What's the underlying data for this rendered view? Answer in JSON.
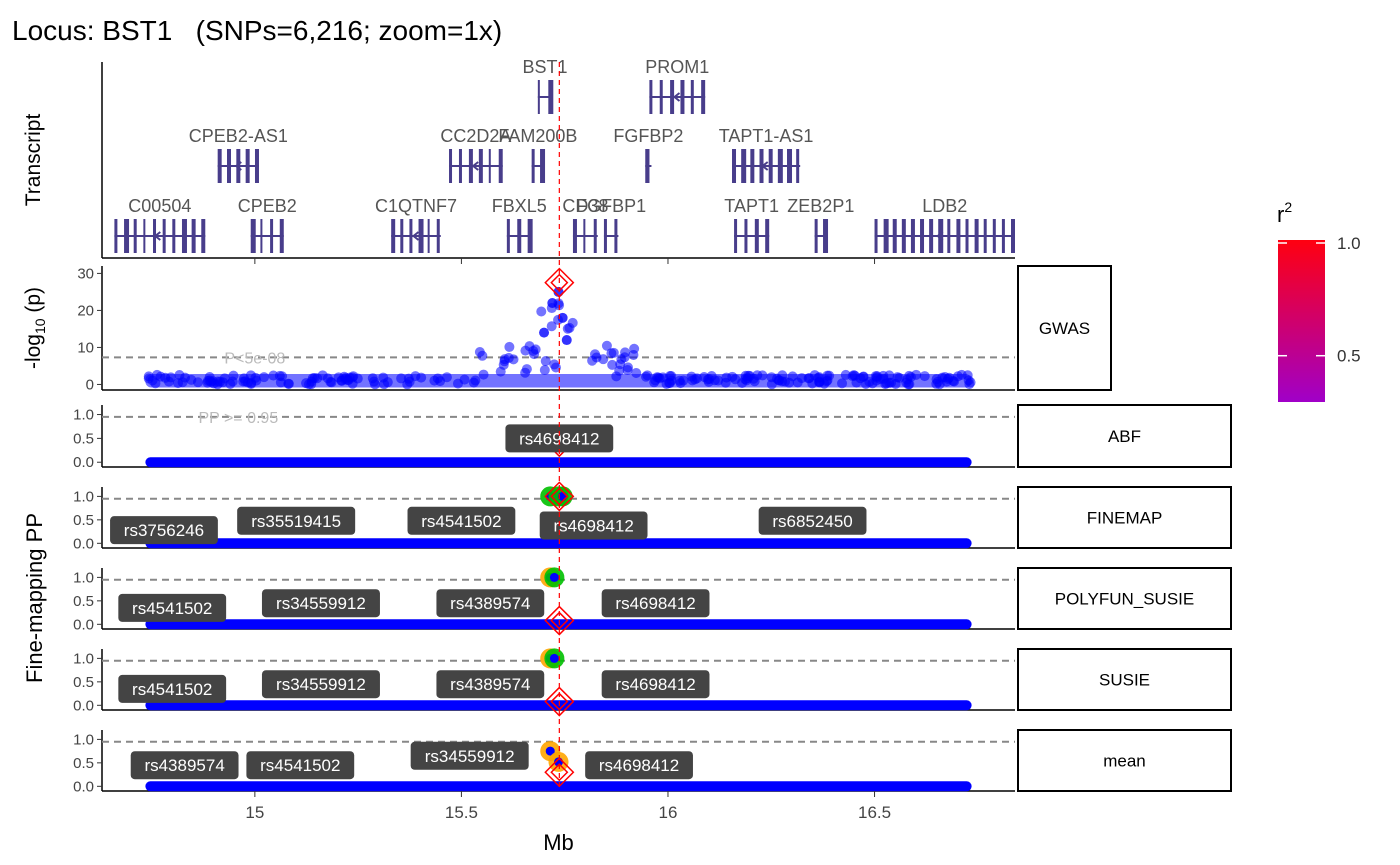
{
  "title": "Locus: BST1   (SNPs=6,216; zoom=1x)",
  "colors": {
    "gene": "#483D8B",
    "snp": "#0000FF",
    "lead": "#FF0000",
    "cs_green": "#00C000",
    "cs_orange": "#FFA500",
    "label_bg": "#444444",
    "gradient_low": "#A000C8",
    "gradient_high": "#FF0010"
  },
  "chart_data": {
    "type": "scatter",
    "x_axis": {
      "label": "Mb",
      "range": [
        14.63,
        16.84
      ],
      "ticks": [
        15,
        15.5,
        16,
        16.5
      ],
      "tick_labels": [
        "15",
        "15.5",
        "16",
        "16.5"
      ]
    },
    "lead_snp_position": 15.737,
    "legend": {
      "title": "r",
      "title_sup": "2",
      "placement": "right",
      "range": [
        0.3,
        1.0
      ],
      "ticks": [
        0.5,
        1.0
      ],
      "tick_labels": [
        "0.5",
        "1.0"
      ]
    },
    "transcript_track": {
      "ylabel": "Transcript",
      "genes": [
        {
          "name": "BST1",
          "start": 15.685,
          "end": 15.72,
          "row": 0
        },
        {
          "name": "PROM1",
          "start": 15.955,
          "end": 16.09,
          "row": 0
        },
        {
          "name": "CPEB2-AS1",
          "start": 14.91,
          "end": 15.01,
          "row": 1
        },
        {
          "name": "CC2D2A",
          "start": 15.47,
          "end": 15.6,
          "row": 1
        },
        {
          "name": "FAM200B",
          "start": 15.67,
          "end": 15.7,
          "row": 1
        },
        {
          "name": "FGFBP2",
          "start": 15.945,
          "end": 15.96,
          "row": 1
        },
        {
          "name": "TAPT1-AS1",
          "start": 16.155,
          "end": 16.32,
          "row": 1
        },
        {
          "name": "C00504",
          "start": 14.66,
          "end": 14.88,
          "row": 2
        },
        {
          "name": "CPEB2",
          "start": 14.99,
          "end": 15.07,
          "row": 2
        },
        {
          "name": "C1QTNF7",
          "start": 15.33,
          "end": 15.45,
          "row": 2
        },
        {
          "name": "FBXL5",
          "start": 15.61,
          "end": 15.67,
          "row": 2
        },
        {
          "name": "CD38",
          "start": 15.77,
          "end": 15.83,
          "row": 2
        },
        {
          "name": "FGFBP1",
          "start": 15.845,
          "end": 15.88,
          "row": 2
        },
        {
          "name": "TAPT1",
          "start": 16.16,
          "end": 16.245,
          "row": 2
        },
        {
          "name": "ZEB2P1",
          "start": 16.355,
          "end": 16.385,
          "row": 2
        },
        {
          "name": "LDB2",
          "start": 16.5,
          "end": 16.84,
          "row": 2
        }
      ]
    },
    "tracks": [
      {
        "name": "GWAS",
        "ylabel": "-log10 (p)",
        "ylim": [
          -1.5,
          32
        ],
        "yticks": [
          0,
          10,
          20,
          30
        ],
        "threshold": 7.3,
        "threshold_label": "P<5e-08",
        "peak": [
          15.63,
          15.73,
          27.5
        ],
        "lead_y": 27.5,
        "labels": []
      },
      {
        "name": "ABF",
        "ylim": [
          -0.1,
          1.2
        ],
        "yticks": [
          0.0,
          0.5,
          1.0
        ],
        "ytick_labels": [
          "0.0",
          "0.5",
          "1.0"
        ],
        "threshold": 0.95,
        "threshold_label": "PP >= 0.95",
        "cs": [
          [
            15.737,
            0.42,
            "#FF0000"
          ]
        ],
        "lead_y": 0.42,
        "labels": [
          {
            "text": "rs4698412",
            "x": 15.737,
            "y": 0.5
          }
        ]
      },
      {
        "name": "FINEMAP",
        "ylim": [
          -0.1,
          1.2
        ],
        "yticks": [
          0.0,
          0.5,
          1.0
        ],
        "ytick_labels": [
          "0.0",
          "0.5",
          "1.0"
        ],
        "threshold": 0.95,
        "cs": [
          [
            15.715,
            1.0,
            "#00C000"
          ],
          [
            15.735,
            1.0,
            "#00C000"
          ],
          [
            15.745,
            1.0,
            "#00C000"
          ]
        ],
        "lead_y": 1.0,
        "labels": [
          {
            "text": "rs3756246",
            "x": 14.78,
            "y": 0.28
          },
          {
            "text": "rs35519415",
            "x": 15.1,
            "y": 0.48
          },
          {
            "text": "rs4541502",
            "x": 15.5,
            "y": 0.48
          },
          {
            "text": "rs4698412",
            "x": 15.82,
            "y": 0.38
          },
          {
            "text": "rs6852450",
            "x": 16.35,
            "y": 0.48
          }
        ]
      },
      {
        "name": "POLYFUN_SUSIE",
        "ylim": [
          -0.1,
          1.2
        ],
        "yticks": [
          0.0,
          0.5,
          1.0
        ],
        "ytick_labels": [
          "0.0",
          "0.5",
          "1.0"
        ],
        "threshold": 0.95,
        "cs": [
          [
            15.715,
            1.0,
            "#FFA500"
          ],
          [
            15.725,
            1.0,
            "#00C000"
          ]
        ],
        "lead_y": 0.08,
        "labels": [
          {
            "text": "rs4541502",
            "x": 14.8,
            "y": 0.35
          },
          {
            "text": "rs34559912",
            "x": 15.16,
            "y": 0.45
          },
          {
            "text": "rs4389574",
            "x": 15.57,
            "y": 0.45
          },
          {
            "text": "rs4698412",
            "x": 15.97,
            "y": 0.45
          }
        ]
      },
      {
        "name": "SUSIE",
        "ylim": [
          -0.1,
          1.2
        ],
        "yticks": [
          0.0,
          0.5,
          1.0
        ],
        "ytick_labels": [
          "0.0",
          "0.5",
          "1.0"
        ],
        "threshold": 0.95,
        "cs": [
          [
            15.715,
            1.0,
            "#FFA500"
          ],
          [
            15.725,
            1.0,
            "#00C000"
          ]
        ],
        "lead_y": 0.08,
        "labels": [
          {
            "text": "rs4541502",
            "x": 14.8,
            "y": 0.35
          },
          {
            "text": "rs34559912",
            "x": 15.16,
            "y": 0.45
          },
          {
            "text": "rs4389574",
            "x": 15.57,
            "y": 0.45
          },
          {
            "text": "rs4698412",
            "x": 15.97,
            "y": 0.45
          }
        ]
      },
      {
        "name": "mean",
        "ylim": [
          -0.1,
          1.2
        ],
        "yticks": [
          0.0,
          0.5,
          1.0
        ],
        "ytick_labels": [
          "0.0",
          "0.5",
          "1.0"
        ],
        "threshold": 0.95,
        "cs": [
          [
            15.715,
            0.75,
            "#FFA500"
          ],
          [
            15.735,
            0.52,
            "#FFA500"
          ]
        ],
        "lead_y": 0.3,
        "labels": [
          {
            "text": "rs4389574",
            "x": 14.83,
            "y": 0.45
          },
          {
            "text": "rs4541502",
            "x": 15.11,
            "y": 0.45
          },
          {
            "text": "rs34559912",
            "x": 15.52,
            "y": 0.65
          },
          {
            "text": "rs4698412",
            "x": 15.93,
            "y": 0.45
          }
        ]
      }
    ],
    "finemap_ylabel": "Fine-mapping PP"
  }
}
